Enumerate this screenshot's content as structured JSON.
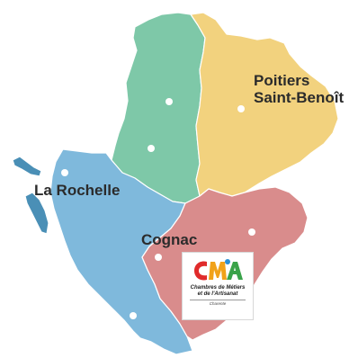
{
  "map": {
    "regions": [
      {
        "id": "north",
        "color": "#7ec8a8"
      },
      {
        "id": "east",
        "color": "#f2d27e"
      },
      {
        "id": "west",
        "color": "#7fb9dc"
      },
      {
        "id": "south",
        "color": "#d98c8c"
      }
    ],
    "island_color": "#4a8fb6"
  },
  "labels": {
    "poitiers_line1": "Poitiers",
    "poitiers_line2": "Saint-Benoît",
    "la_rochelle": "La Rochelle",
    "cognac": "Cognac"
  },
  "logo": {
    "mark": "CMA",
    "line1": "Chambres de Métiers",
    "line2": "et de l'Artisanat",
    "department": "Charente",
    "colors": {
      "c": "#e02b2b",
      "m": "#f1a21a",
      "a": "#3aa34a",
      "dot": "#2a8fd6"
    }
  }
}
